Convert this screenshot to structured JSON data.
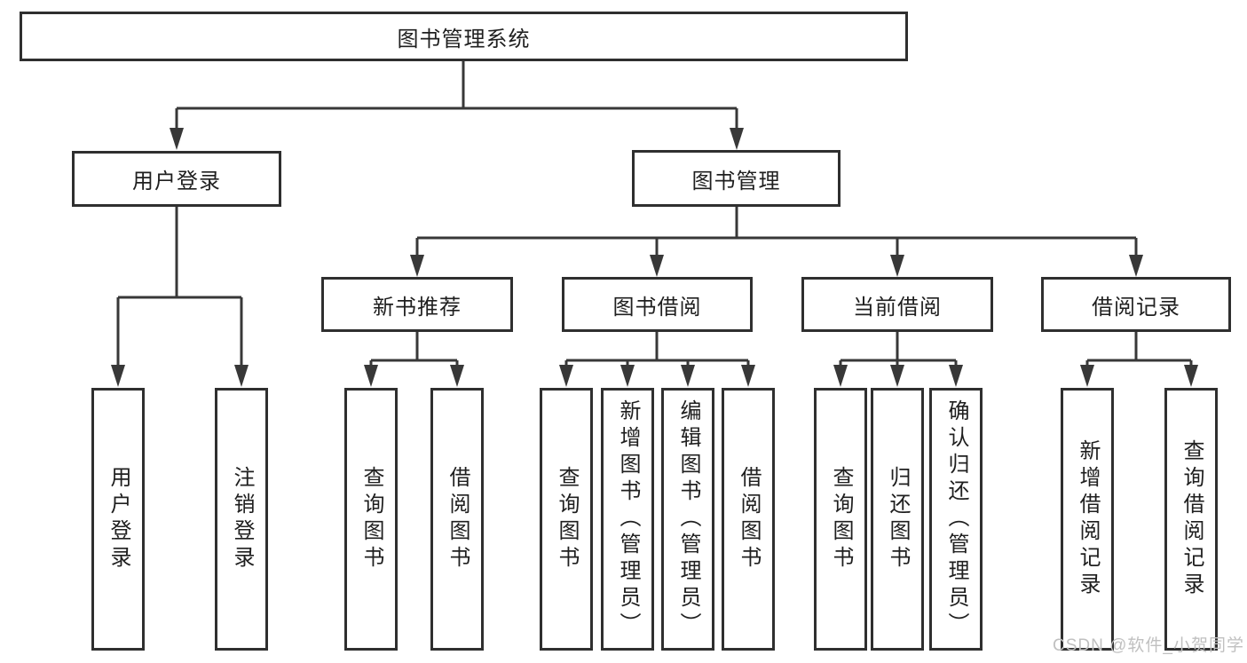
{
  "diagram": {
    "title_node": {
      "label": "图书管理系统"
    },
    "level2": [
      {
        "label": "用户登录"
      },
      {
        "label": "图书管理"
      }
    ],
    "level3": [
      {
        "label": "新书推荐",
        "parent": "图书管理"
      },
      {
        "label": "图书借阅",
        "parent": "图书管理"
      },
      {
        "label": "当前借阅",
        "parent": "图书管理"
      },
      {
        "label": "借阅记录",
        "parent": "图书管理"
      }
    ],
    "leaves": [
      {
        "label": "用户登录",
        "parent": "用户登录"
      },
      {
        "label": "注销登录",
        "parent": "用户登录"
      },
      {
        "label": "查询图书",
        "parent": "新书推荐"
      },
      {
        "label": "借阅图书",
        "parent": "新书推荐"
      },
      {
        "label": "查询图书",
        "parent": "图书借阅"
      },
      {
        "label": "新增图书（管理员）",
        "parent": "图书借阅"
      },
      {
        "label": "编辑图书（管理员）",
        "parent": "图书借阅"
      },
      {
        "label": "借阅图书",
        "parent": "图书借阅"
      },
      {
        "label": "查询图书",
        "parent": "当前借阅"
      },
      {
        "label": "归还图书",
        "parent": "当前借阅"
      },
      {
        "label": "确认归还（管理员）",
        "parent": "当前借阅"
      },
      {
        "label": "新增借阅记录",
        "parent": "借阅记录"
      },
      {
        "label": "查询借阅记录",
        "parent": "借阅记录"
      }
    ]
  },
  "watermark": {
    "text": "CSDN @软件_小贺同学"
  },
  "colors": {
    "line": "#383838",
    "box_border": "#2f2f2f",
    "text": "#1f1f1f",
    "watermark": "#c0c0c0",
    "background": "#ffffff"
  }
}
